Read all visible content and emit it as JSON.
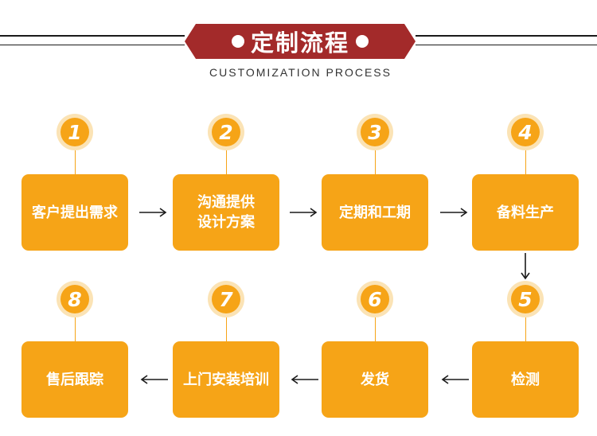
{
  "header": {
    "title": "定制流程",
    "subtitle": "CUSTOMIZATION PROCESS"
  },
  "colors": {
    "banner": "#a32a2a",
    "step_fill": "#f6a417",
    "badge_ring": "#fbe3b5",
    "rule": "#1a1a1a"
  },
  "steps": [
    {
      "number": "1",
      "line1": "客户提出需求",
      "line2": ""
    },
    {
      "number": "2",
      "line1": "沟通提供",
      "line2": "设计方案"
    },
    {
      "number": "3",
      "line1": "定期和工期",
      "line2": ""
    },
    {
      "number": "4",
      "line1": "备料生产",
      "line2": ""
    },
    {
      "number": "5",
      "line1": "检测",
      "line2": ""
    },
    {
      "number": "6",
      "line1": "发货",
      "line2": ""
    },
    {
      "number": "7",
      "line1": "上门安装培训",
      "line2": ""
    },
    {
      "number": "8",
      "line1": "售后跟踪",
      "line2": ""
    }
  ]
}
